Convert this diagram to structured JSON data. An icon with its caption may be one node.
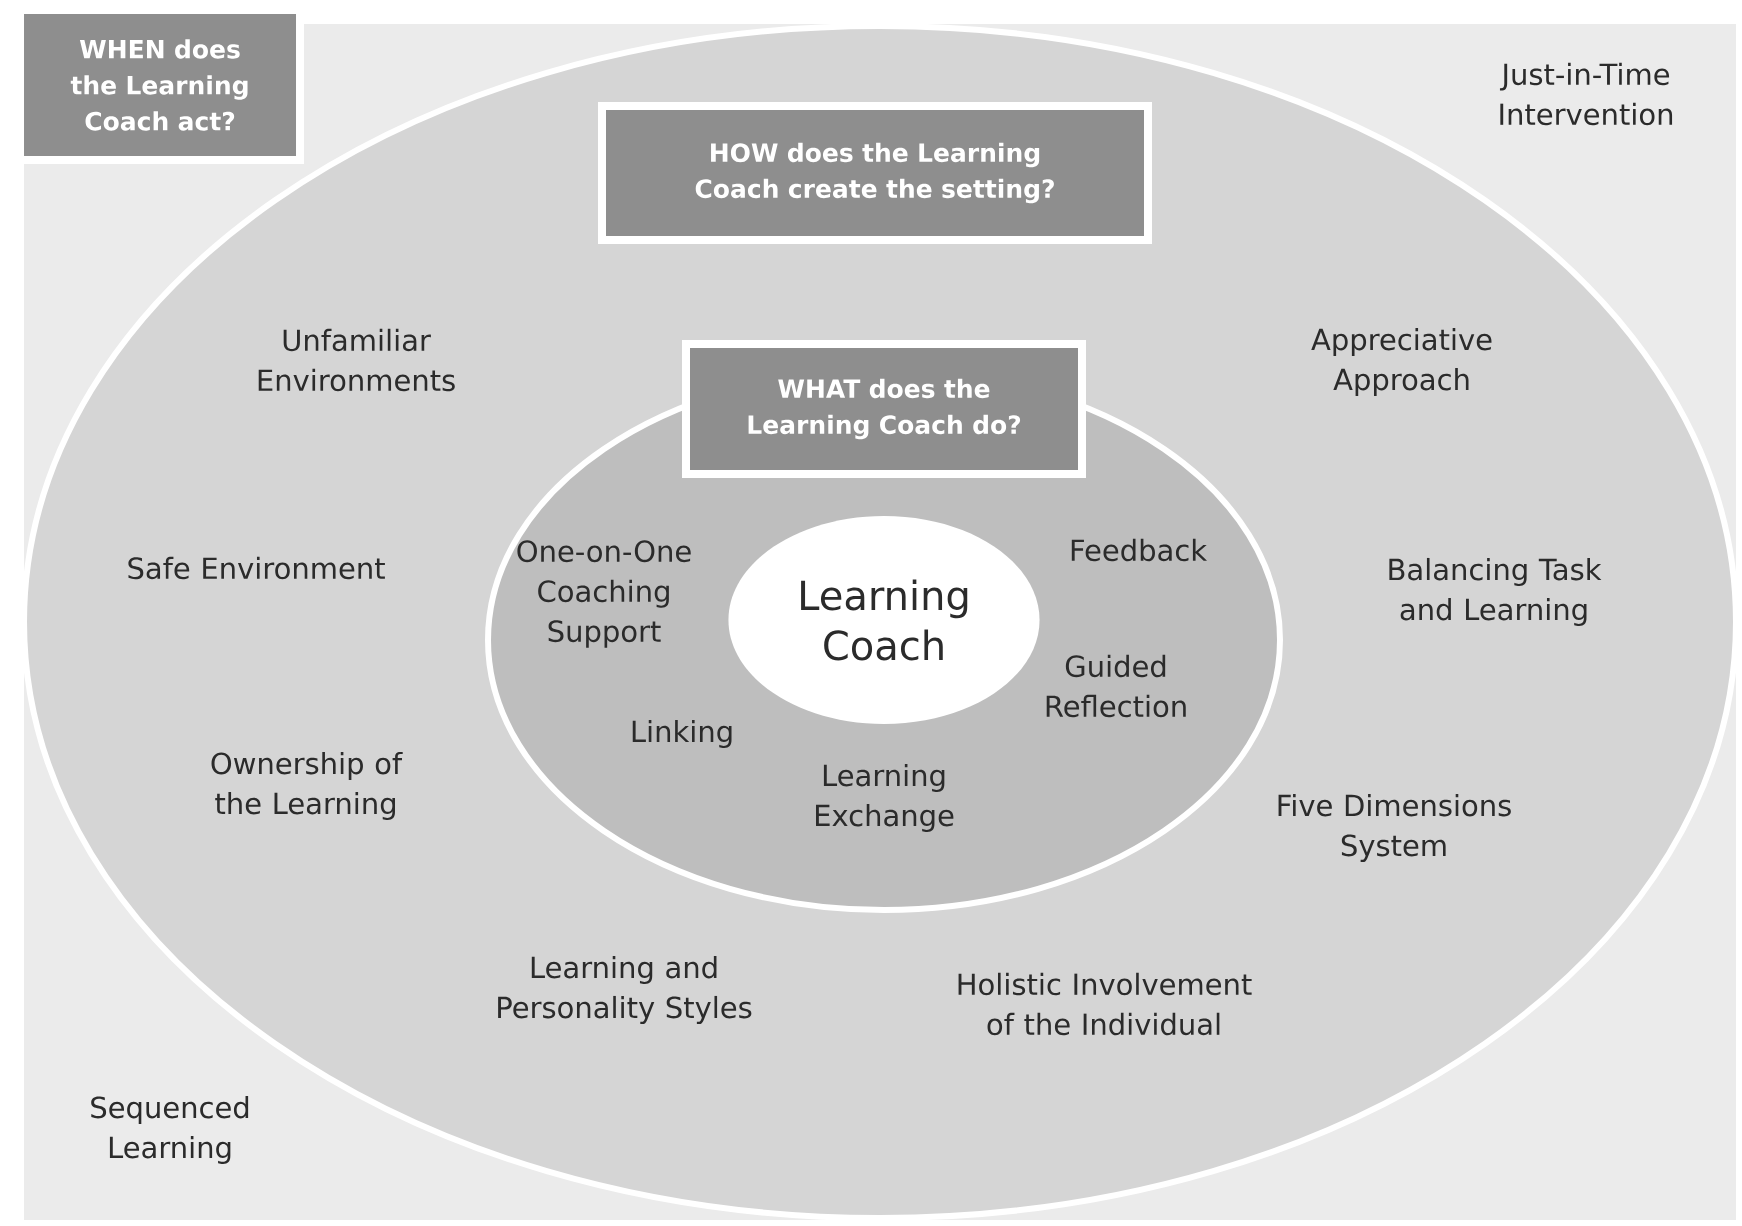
{
  "diagram": {
    "nodes": [
      {
        "text": [
          "Just-in-Time Intervention",
          "Sequenced Learning"
        ]
      },
      {
        "text": [
          "WHEN does the Learning Coach act?"
        ],
        "in": 0
      },
      {
        "text": [
          "Unfamiliar Environments",
          "Appreciative Approach",
          "Safe Environment",
          "Balancing Task and Learning",
          "Ownership of the Learning",
          "Five Dimensions System",
          "Learning and Personality Styles",
          "Holistic Involvement of the Individual"
        ],
        "in": 0
      },
      {
        "text": [
          "HOW does the Learning Coach create the setting?"
        ],
        "in": 2
      },
      {
        "text": [
          "One-on-One Coaching Support",
          "Feedback",
          "Guided Reflection",
          "Linking",
          "Learning Exchange"
        ],
        "in": 2
      },
      {
        "text": [
          "WHAT does the Learning Coach do?"
        ],
        "in": 2
      },
      {
        "text": [
          "Learning Coach"
        ],
        "in": 4
      }
    ]
  }
}
